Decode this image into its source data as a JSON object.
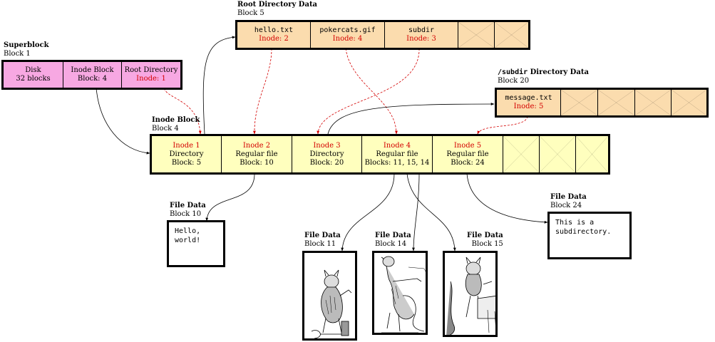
{
  "superblock": {
    "title": "Superblock",
    "block": "Block 1",
    "cells": [
      {
        "line1": "Disk",
        "line2": "32 blocks"
      },
      {
        "line1": "Inode Block",
        "line2": "Block: 4"
      },
      {
        "line1": "Root Directory",
        "line2": "Inode: 1"
      }
    ]
  },
  "root_dir": {
    "title": "Root Directory Data",
    "block": "Block 5",
    "entries": [
      {
        "name": "hello.txt",
        "inode": "Inode: 2"
      },
      {
        "name": "pokercats.gif",
        "inode": "Inode: 4"
      },
      {
        "name": "subdir",
        "inode": "Inode: 3"
      }
    ]
  },
  "subdir_dir": {
    "title_name": "/subdir",
    "title_rest": " Directory Data",
    "block": "Block 20",
    "entries": [
      {
        "name": "message.txt",
        "inode": "Inode: 5"
      }
    ]
  },
  "inode_block": {
    "title": "Inode Block",
    "block": "Block 4",
    "inodes": [
      {
        "id": "Inode 1",
        "type": "Directory",
        "blocks": "Block: 5"
      },
      {
        "id": "Inode 2",
        "type": "Regular file",
        "blocks": "Block: 10"
      },
      {
        "id": "Inode 3",
        "type": "Directory",
        "blocks": "Block: 20"
      },
      {
        "id": "Inode 4",
        "type": "Regular file",
        "blocks": "Blocks: 11, 15, 14"
      },
      {
        "id": "Inode 5",
        "type": "Regular file",
        "blocks": "Block: 24"
      }
    ]
  },
  "file_data": {
    "title": "File Data",
    "b10": {
      "block": "Block 10",
      "content": "Hello,\nworld!"
    },
    "b24": {
      "block": "Block 24",
      "content": "This is a\nsubdirectory."
    },
    "b11": {
      "block": "Block 11"
    },
    "b14": {
      "block": "Block 14"
    },
    "b15": {
      "block": "Block 15"
    }
  },
  "colors": {
    "pink": "#f7a8e2",
    "tan": "#fbdcae",
    "yellow": "#ffffbe",
    "red": "#d40000"
  }
}
